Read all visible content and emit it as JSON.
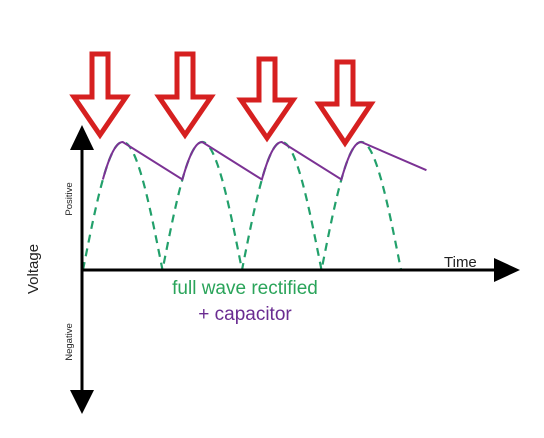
{
  "labels": {
    "y_axis": "Voltage",
    "positive": "Positive",
    "negative": "Negative",
    "x_axis": "Time",
    "legend_line1": "full wave rectified",
    "legend_line2": "+ capacitor"
  },
  "colors": {
    "axis": "#000000",
    "rectified_wave": "#22a06b",
    "capacitor_wave": "#7b3294",
    "arrow_stroke": "#d62020",
    "arrow_fill": "#ffffff",
    "label_text": "#222222",
    "legend_rectified": "#2aa45a",
    "legend_capacitor": "#6a2c91"
  },
  "icons": {
    "down_arrow": "down-arrow-icon"
  }
}
